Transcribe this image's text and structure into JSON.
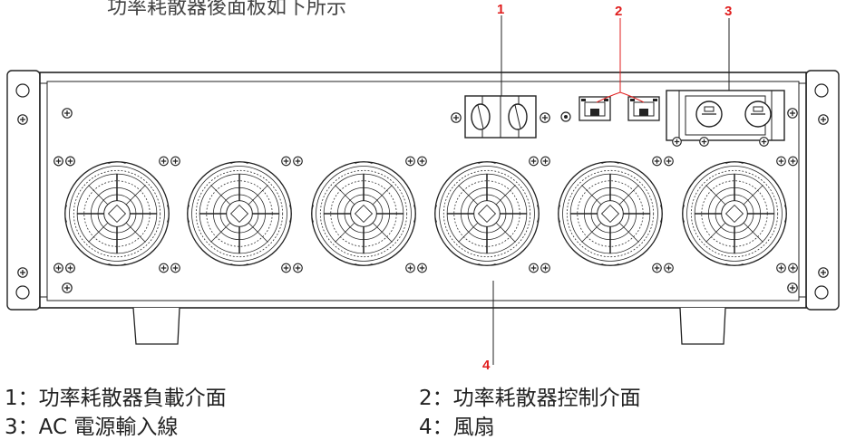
{
  "top_caption": "功率耗散器後面板如下所示",
  "callouts": [
    "1",
    "2",
    "3",
    "4"
  ],
  "legend": [
    "1：功率耗散器負載介面",
    "2：功率耗散器控制介面",
    "3：AC 電源輸入線",
    "4：風扇"
  ],
  "colors": {
    "callout": "#e01e1e",
    "line": "#222222"
  }
}
